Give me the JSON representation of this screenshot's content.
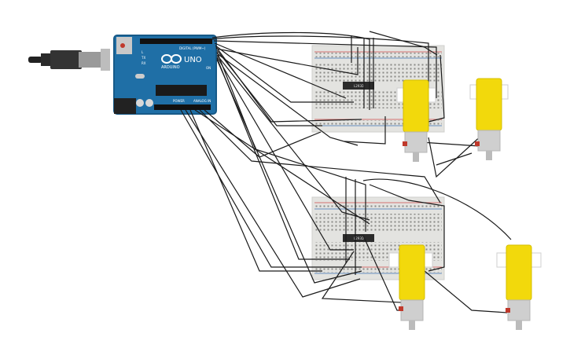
{
  "arduino": {
    "brand": "ARDUINO",
    "model": "UNO",
    "digital_label": "DIGITAL (PWM~)",
    "power_label": "POWER",
    "analog_label": "ANALOG IN",
    "on_label": "ON",
    "tx_label": "TX",
    "rx_label": "RX",
    "l_label": "L"
  },
  "breadboards": [
    {
      "chip_label": "L293D"
    },
    {
      "chip_label": "L293D"
    }
  ],
  "motors": [
    {
      "name": "dc-gear-motor"
    },
    {
      "name": "dc-gear-motor"
    },
    {
      "name": "dc-gear-motor"
    },
    {
      "name": "dc-gear-motor"
    }
  ],
  "colors": {
    "board_blue": "#1f6fa6",
    "board_dark": "#175a88",
    "breadboard": "#e3e3e0",
    "motor_yellow": "#f2d90c",
    "wire": "#1a1a1a",
    "chip": "#2b2b2b"
  }
}
